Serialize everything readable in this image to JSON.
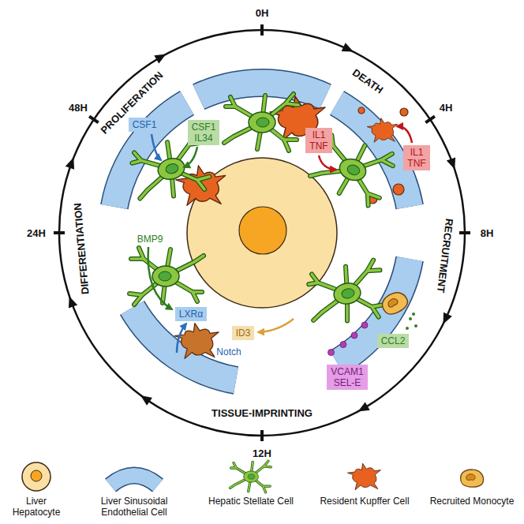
{
  "diagram": {
    "nodes": [
      {
        "text": [
          "CSF1"
        ]
      },
      {
        "text": [
          "CSF1 IL34"
        ]
      },
      {
        "text": [
          "IL1 TNF"
        ]
      },
      {
        "text": [
          "IL1 TNF"
        ]
      },
      {
        "text": [
          "CCL2"
        ]
      },
      {
        "text": [
          "VCAM1 SEL-E"
        ]
      },
      {
        "text": [
          "ID3"
        ]
      },
      {
        "text": [
          "LXRα"
        ]
      }
    ],
    "labels": [
      "0H",
      "4H",
      "8H",
      "12H",
      "24H",
      "48H",
      "PROLIFERATION",
      "DEATH",
      "RECRUITMENT",
      "TISSUE-IMPRINTING",
      "DIFFERENTIATION",
      "BMP9",
      "Notch"
    ],
    "legend": [
      {
        "text": "Liver Hepatocyte"
      },
      {
        "text": "Liver Sinusoidal Endothelial Cell"
      },
      {
        "text": "Hepatic Stellate Cell"
      },
      {
        "text": "Resident Kupffer Cell"
      },
      {
        "text": "Recruited Monocyte"
      }
    ]
  }
}
